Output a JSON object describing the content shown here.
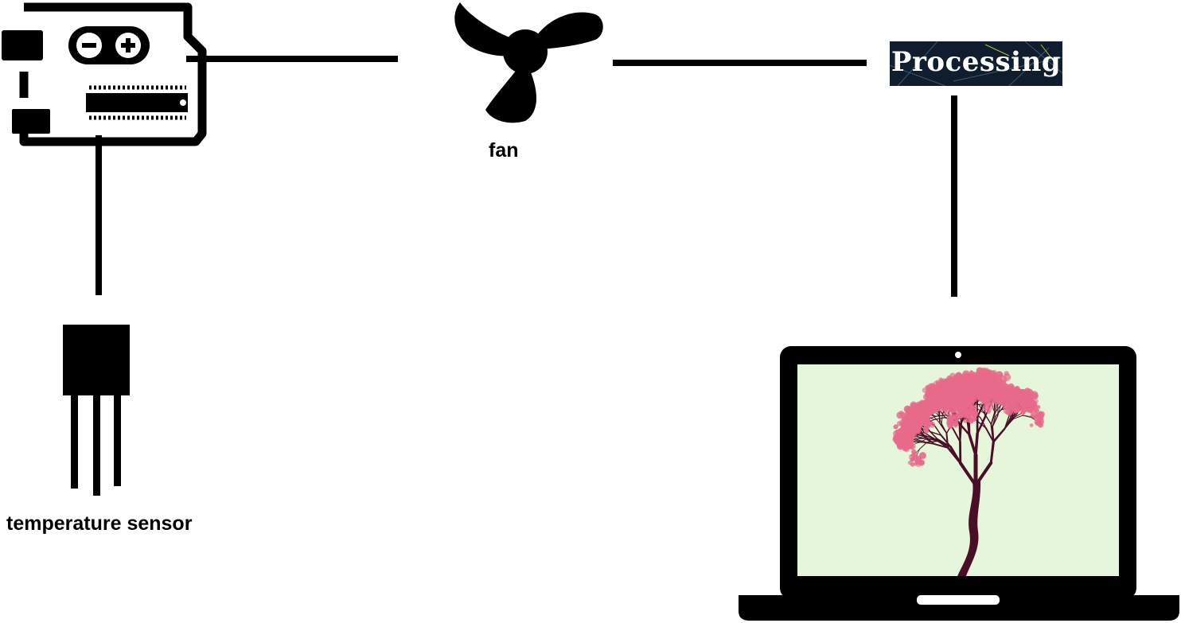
{
  "labels": {
    "fan": "fan",
    "temperature_sensor": "temperature sensor",
    "processing": "Processing"
  },
  "colors": {
    "ink": "#000000",
    "processing_bg": "#0f1d2e",
    "screen_bg": "#e6f6da",
    "blossom": "#e86a8a",
    "trunk": "#4a0f26"
  },
  "icons": [
    "arduino-board-icon",
    "fan-icon",
    "temperature-sensor-icon",
    "laptop-icon",
    "processing-logo"
  ]
}
